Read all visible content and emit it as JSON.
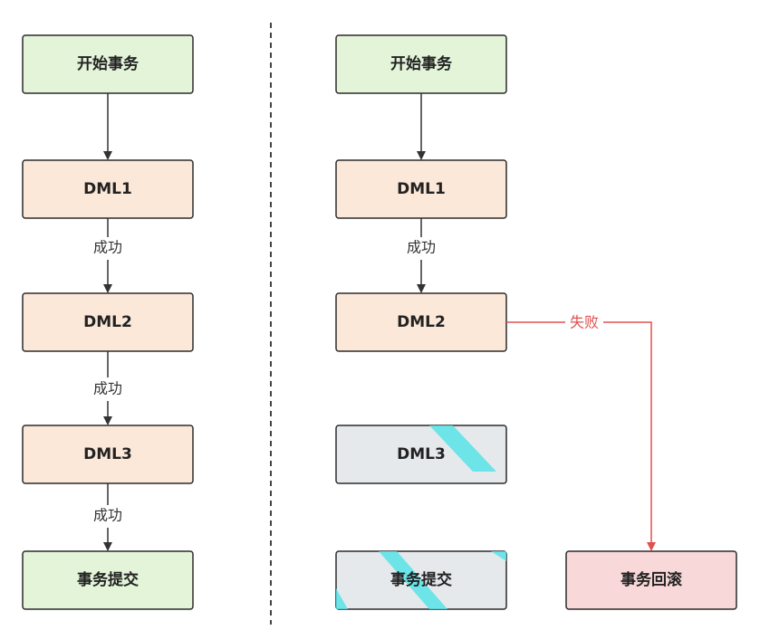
{
  "colors": {
    "start_fill": "#e3f4d9",
    "dml_fill": "#fce8d8",
    "commit_fill": "#e3f4d9",
    "skipped_fill": "#e6e9ec",
    "rollback_fill": "#f8d8d8",
    "stroke": "#2b2b2b",
    "edge": "#333333",
    "fail_edge": "#e0504f",
    "divider": "#444444",
    "watermark": "#56e3e8"
  },
  "left_flow": {
    "start": "开始事务",
    "dml1": "DML1",
    "dml2": "DML2",
    "dml3": "DML3",
    "commit": "事务提交",
    "edge_success_1": "成功",
    "edge_success_2": "成功",
    "edge_success_3": "成功"
  },
  "right_flow": {
    "start": "开始事务",
    "dml1": "DML1",
    "dml2": "DML2",
    "dml3": "DML3",
    "commit": "事务提交",
    "rollback": "事务回滚",
    "edge_success_1": "成功",
    "edge_fail": "失败"
  }
}
